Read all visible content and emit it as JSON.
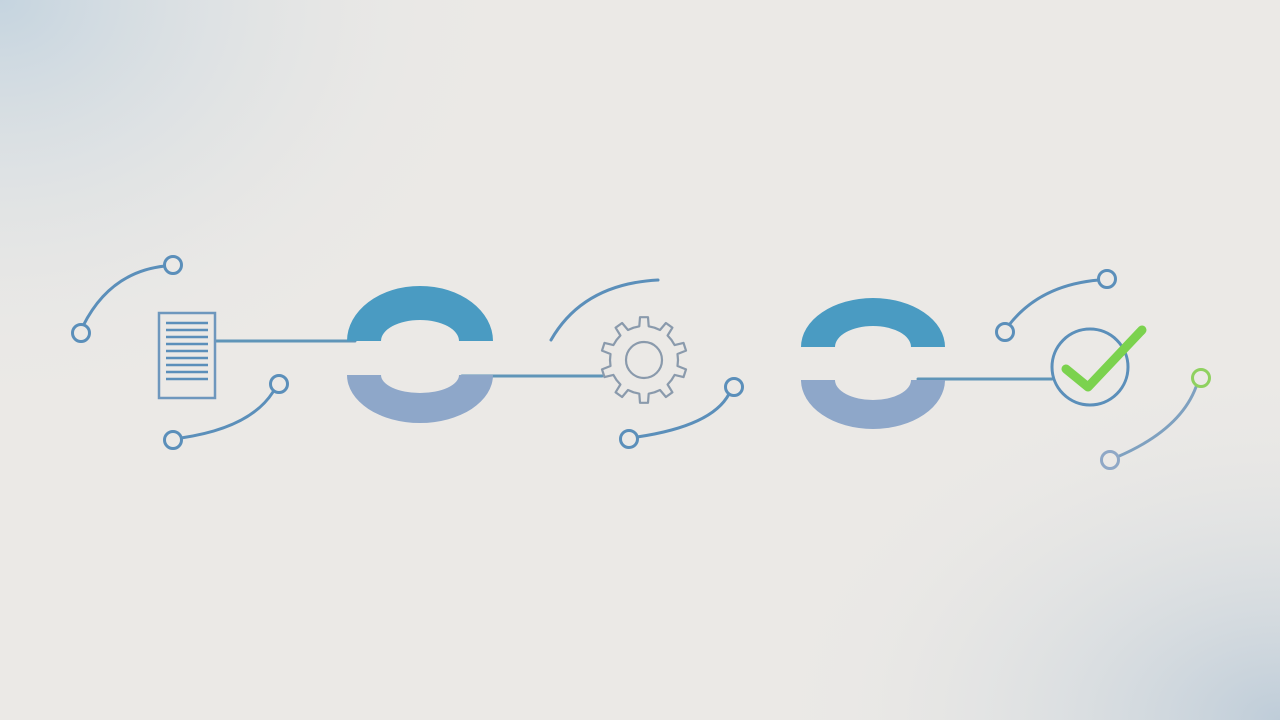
{
  "colors": {
    "background": "#ebe9e6",
    "background_tint": "#c9d6e0",
    "connector_line": "#5f95b8",
    "node_outline": "#5b8fba",
    "ring_top": "#4a9bc2",
    "ring_bottom": "#8ea7c9",
    "gear_outline": "#8a9aac",
    "check_mark": "#7bd24e",
    "success_node": "#8fd160"
  },
  "icons": {
    "start": "document-icon",
    "first_stage": "open-ring-icon",
    "process": "gear-icon",
    "second_stage": "open-ring-icon",
    "finish": "checkmark-icon"
  },
  "steps": [
    {
      "id": "input",
      "icon": "document-icon"
    },
    {
      "id": "stage-1",
      "icon": "open-ring-icon"
    },
    {
      "id": "process",
      "icon": "gear-icon"
    },
    {
      "id": "stage-2",
      "icon": "open-ring-icon"
    },
    {
      "id": "complete",
      "icon": "checkmark-icon"
    }
  ]
}
